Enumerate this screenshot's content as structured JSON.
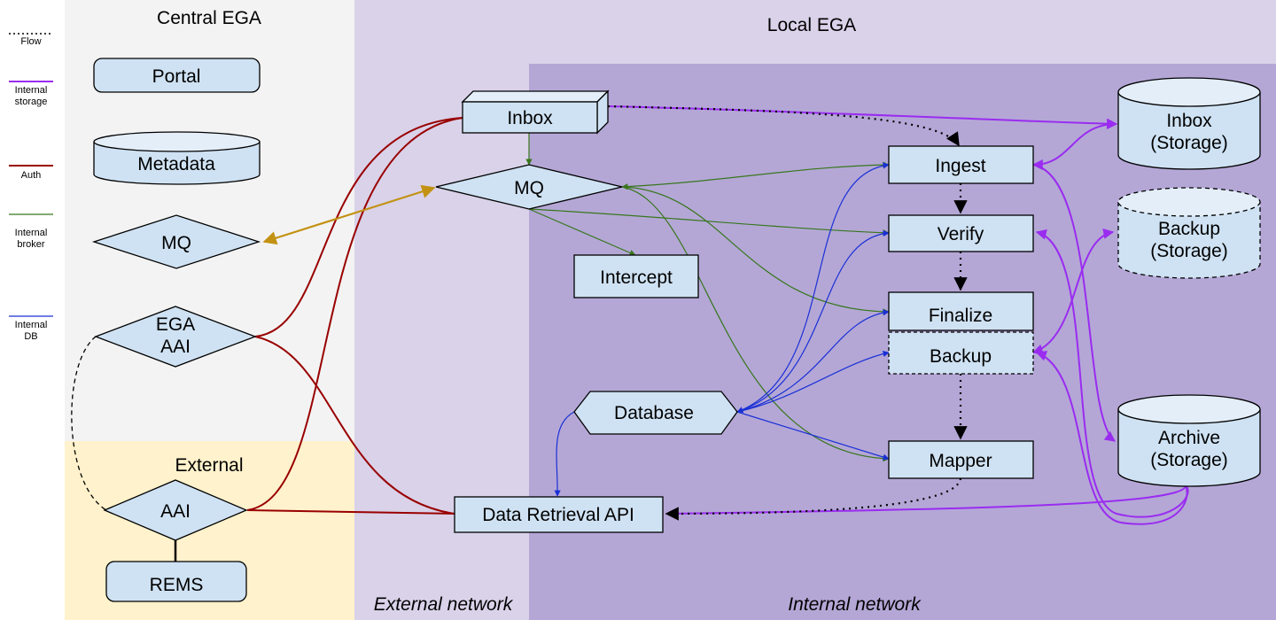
{
  "regions": {
    "central": "Central EGA",
    "local": "Local EGA",
    "external": "External",
    "external_network": "External network",
    "internal_network": "Internal network"
  },
  "legend": [
    {
      "label": "Flow",
      "color": "#000000"
    },
    {
      "label": "Internal\nstorage",
      "color": "#9a2cf0"
    },
    {
      "label": "Auth",
      "color": "#990000"
    },
    {
      "label": "Internal\nbroker",
      "color": "#38761d"
    },
    {
      "label": "Internal\nDB",
      "color": "#1a30d6"
    }
  ],
  "nodes": {
    "portal": "Portal",
    "metadata": "Metadata",
    "central_mq": "MQ",
    "ega_aai": "EGA\nAAI",
    "aai": "AAI",
    "rems": "REMS",
    "inbox": "Inbox",
    "local_mq": "MQ",
    "intercept": "Intercept",
    "database": "Database",
    "data_retrieval_api": "Data Retrieval API",
    "ingest": "Ingest",
    "verify": "Verify",
    "finalize": "Finalize",
    "backup": "Backup",
    "mapper": "Mapper",
    "inbox_storage": "Inbox\n(Storage)",
    "backup_storage": "Backup\n(Storage)",
    "archive_storage": "Archive\n(Storage)"
  },
  "colors": {
    "flow": "#000000",
    "storage": "#9a2cf0",
    "auth": "#990000",
    "broker": "#38761d",
    "db": "#1a30d6",
    "federated": "#c39213",
    "node_fill": "#cfe2f3"
  }
}
